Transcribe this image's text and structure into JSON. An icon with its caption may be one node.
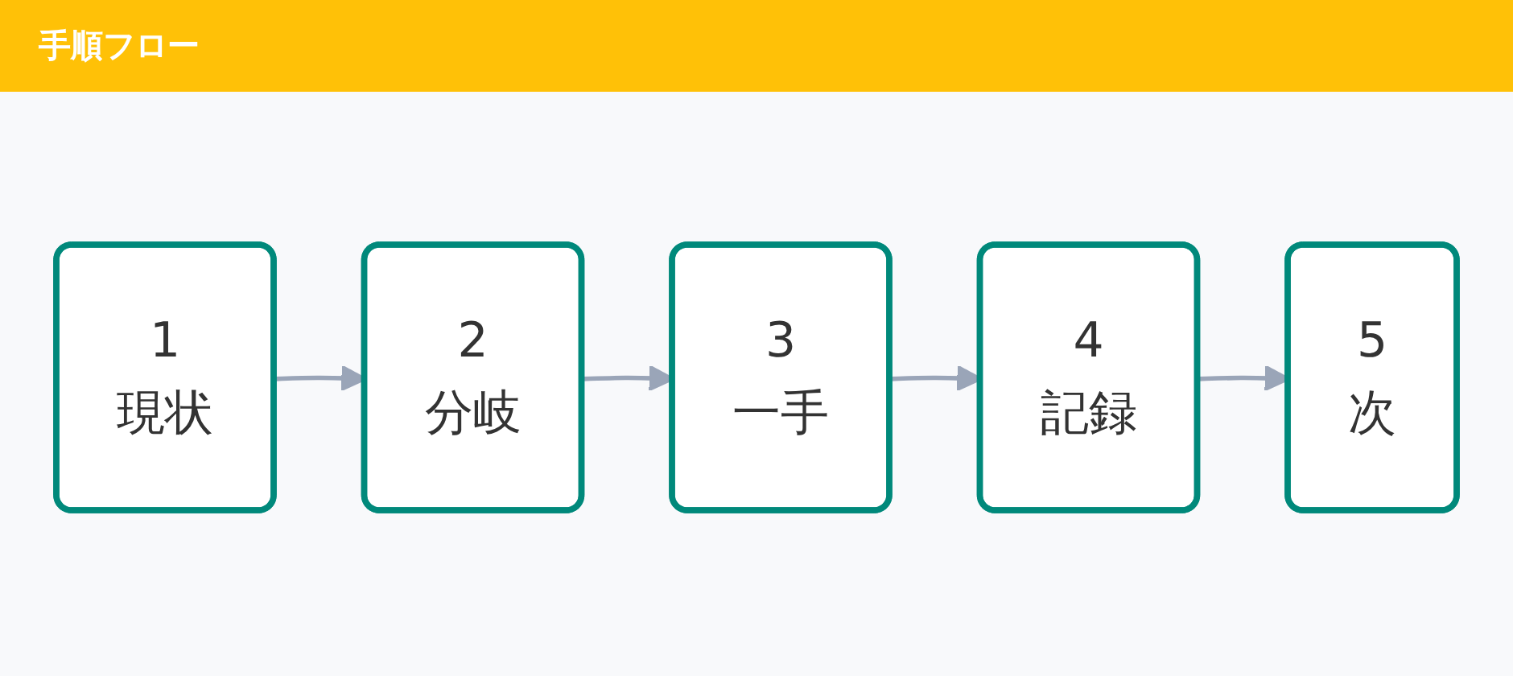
{
  "diagram": {
    "title": "手順フロー",
    "nodes": [
      {
        "text": [
          "1",
          "現状"
        ]
      },
      {
        "text": [
          "2",
          "分岐"
        ]
      },
      {
        "text": [
          "3",
          "一手"
        ]
      },
      {
        "text": [
          "4",
          "記録"
        ]
      },
      {
        "text": [
          "5",
          "次"
        ]
      }
    ],
    "edges": [
      {
        "from": 0,
        "to": 1,
        "arrow": "to"
      },
      {
        "from": 1,
        "to": 2,
        "arrow": "to"
      },
      {
        "from": 2,
        "to": 3,
        "arrow": "to"
      },
      {
        "from": 3,
        "to": 4,
        "arrow": "to"
      }
    ]
  }
}
